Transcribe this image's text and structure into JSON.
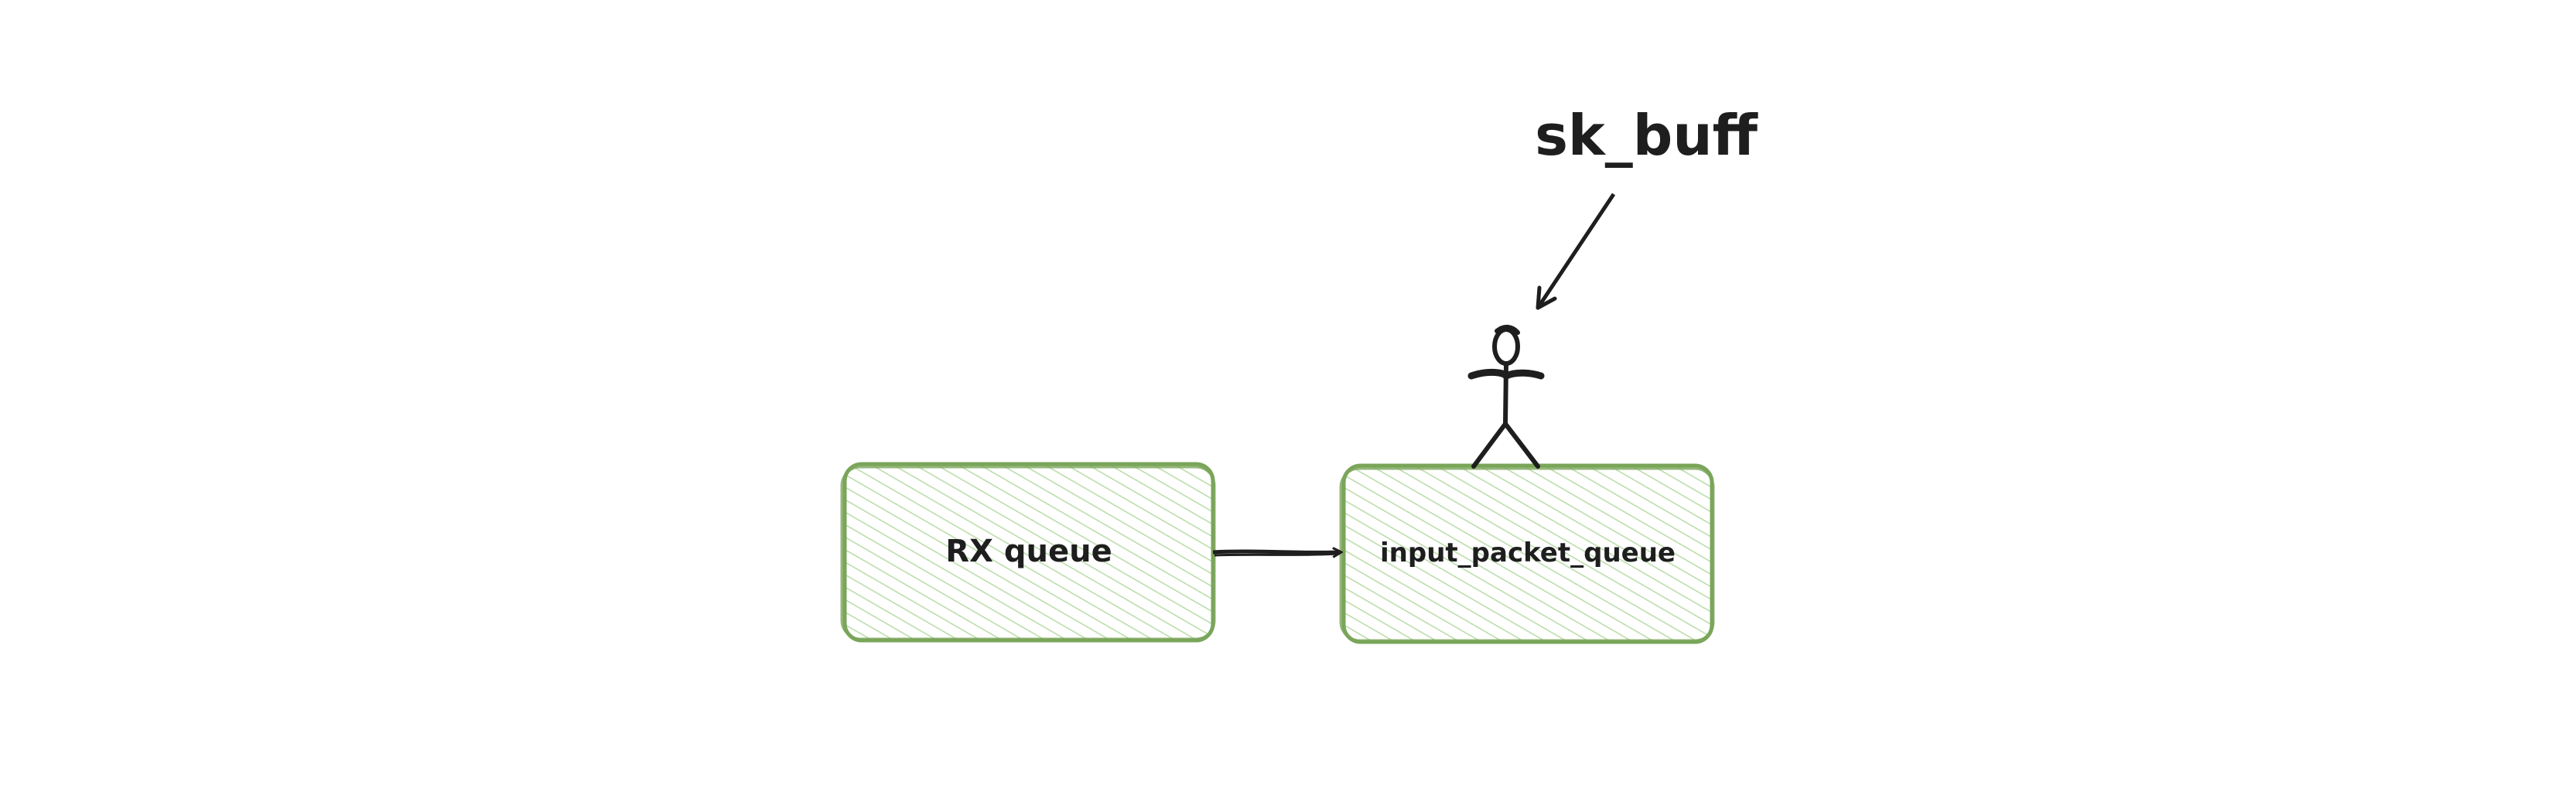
{
  "diagram": {
    "title_label": "sk_buff",
    "nodes": [
      {
        "id": "rx",
        "label": "RX queue"
      },
      {
        "id": "ipq",
        "label": "input_packet_queue"
      }
    ],
    "edges": [
      {
        "from": "rx",
        "to": "ipq"
      },
      {
        "from": "sk_buff-label",
        "to": "stick-figure"
      }
    ],
    "icons": [
      "stick-figure-icon"
    ],
    "colors": {
      "box_stroke": "#7aa55a",
      "box_fill_hatch": "#b8dca6",
      "ink": "#1e1e1e"
    }
  }
}
